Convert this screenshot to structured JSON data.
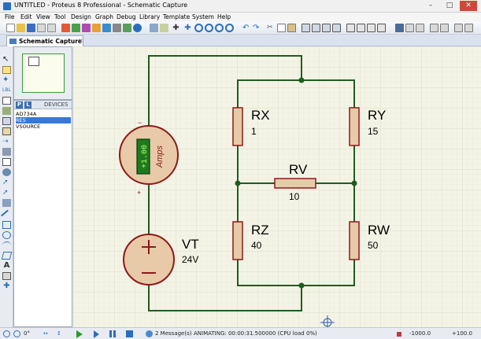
{
  "window": {
    "title": "UNTITLED - Proteus 8 Professional - Schematic Capture"
  },
  "menu": [
    "File",
    "Edit",
    "View",
    "Tool",
    "Design",
    "Graph",
    "Debug",
    "Library",
    "Template",
    "System",
    "Help"
  ],
  "tab": {
    "label": "Schematic Capture",
    "close": "×"
  },
  "devices": {
    "p_label": "P",
    "l_label": "L",
    "title": "DEVICES",
    "items": [
      "AD734A",
      "RES",
      "VSOURCE"
    ],
    "selected": "RES"
  },
  "schematic": {
    "ammeter": {
      "reading": "+1.00",
      "unit": "Amps",
      "minus": "−",
      "plus": "+"
    },
    "source": {
      "name": "VT",
      "value": "24V"
    },
    "resistors": [
      {
        "name": "RX",
        "value": "1"
      },
      {
        "name": "RY",
        "value": "15"
      },
      {
        "name": "RV",
        "value": "10"
      },
      {
        "name": "RZ",
        "value": "40"
      },
      {
        "name": "RW",
        "value": "50"
      }
    ]
  },
  "status": {
    "rotation": "0°",
    "messages": "2 Message(s)",
    "animating": "ANIMATING: 00:00:31.500000 (CPU load 0%)",
    "coord_x": "-1000.0",
    "coord_y": "+100.0"
  },
  "colors": {
    "wire": "#1f5c1f",
    "component_fill": "#e8c9a8",
    "component_stroke": "#8b1a1a",
    "grid_bg": "#f4f4e6",
    "grid_line": "#dcdcc8",
    "accent": "#3878d8"
  }
}
